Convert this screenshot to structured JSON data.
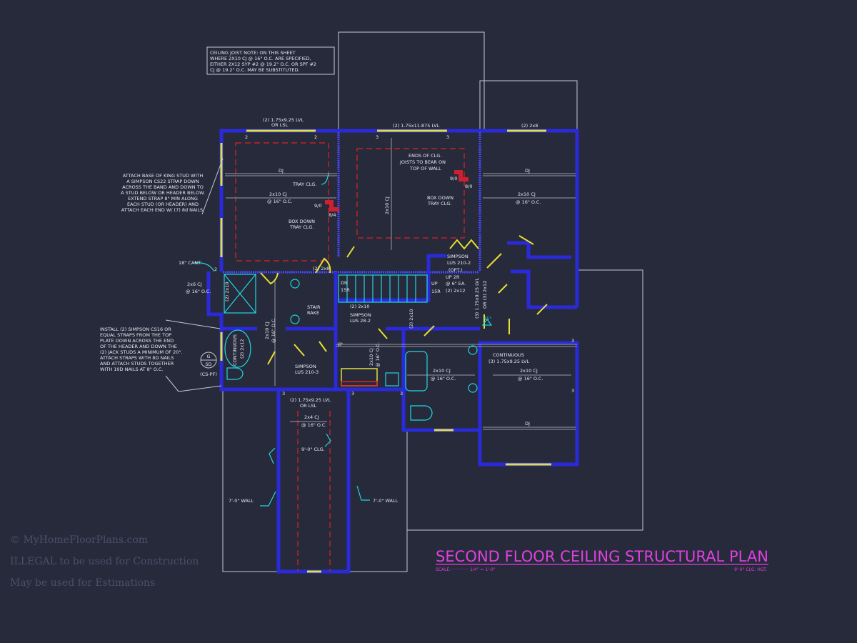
{
  "title": {
    "main": "SECOND FLOOR CEILING STRUCTURAL PLAN",
    "scale_label": "SCALE: ············ 1/4\" = 1'-0\"",
    "ceiling_height": "9'-0\" CLG. HGT."
  },
  "notes": {
    "ceiling_joist": [
      "CEILING JOIST NOTE: ON THIS SHEET",
      "WHERE 2X10 CJ @ 16\" O.C. ARE SPECIFIED,",
      "EITHER 2X12 SYP #2 @ 19.2\" O.C. OR SPF #2",
      "CJ @ 19.2\" O.C. MAY BE SUBSTITUTED."
    ],
    "king_stud": [
      "ATTACH BASE OF KING STUD WITH",
      "A SIMPSON CS22 STRAP DOWN",
      "ACROSS THE BAND AND DOWN TO",
      "A STUD BELOW OR HEADER BELOW.",
      "EXTEND STRAP 8\" MIN ALONG",
      "EACH STUD (OR HEADER) AND",
      "ATTACH EACH END W/ (7) 8d NAILS."
    ],
    "straps": [
      "INSTALL (2) SIMPSON CS16 OR",
      "EQUAL STRAPS FROM THE TOP",
      "PLATE DOWN ACROSS THE END",
      "OF THE HEADER AND DOWN THE",
      "(2) JACK STUDS A MINIMUM OF 20\".",
      "ATTACH STRAPS WITH 8D NAILS",
      "AND ATTACH STUDS TOGETHER",
      "WITH 10D NAILS AT 8\" O.C."
    ]
  },
  "detail_tag": {
    "top": "G",
    "bottom": "SD",
    "ref": "(CS-PF)"
  },
  "labels": {
    "hdr_left": [
      "(2) 1.75x9.25 LVL",
      "OR LSL"
    ],
    "hdr_mid": "(2) 1.75x11.875 LVL",
    "hdr_right": "(2) 2x8",
    "dj": "DJ",
    "tray": "TRAY CLG.",
    "cj_2x10": "2x10 CJ",
    "oc16": "@ 16\" O.C.",
    "box_down": [
      "BOX DOWN",
      "TRAY CLG."
    ],
    "ends_clg": [
      "ENDS OF CLG.",
      "JOISTS TO BEAR ON",
      "TOP OF WALL"
    ],
    "h910": "9/0",
    "h810": "8/0",
    "h84": "8/4",
    "cant": "18\" CANT.",
    "cj_2x6": "2x6 CJ",
    "two_2x10": "(2) 2x10",
    "two_2x8": "(2) 2x8",
    "two_2x12": "(2) 2x12",
    "continuous_2x12": [
      "CONTINUOUS",
      "(2) 2x12"
    ],
    "stair_rake": [
      "STAIR",
      "RAKE"
    ],
    "dn": [
      "DN",
      "15R"
    ],
    "up": [
      "UP",
      "15R"
    ],
    "simpson_lus28": [
      "SIMPSON",
      "LUS 28-2"
    ],
    "simpson_lus210_3": [
      "SIMPSON",
      "LUS 210-3"
    ],
    "simpson_lus210_2": [
      "SIMPSON",
      "LUS 210-2"
    ],
    "opt": "(OPT.)",
    "up2r": [
      "UP 2R",
      "@ 6\" EA."
    ],
    "lvl_vert": "(3) 1.75x9.25 LVL",
    "or_2x12": "OR (3) 2x12",
    "deg45": "45°",
    "continuous_lvl": [
      "CONTINUOUS",
      "(3) 1.75x9.25 LVL"
    ],
    "tj": "TJ",
    "hdr_lower": [
      "(2) 1.75x9.25 LVL",
      "OR LSL"
    ],
    "cj_2x4": "2x4 CJ",
    "clg9": "9'-0\" CLG.",
    "wall7": "7'-0\" WALL",
    "n2": "2",
    "n3": "3"
  },
  "watermarks": [
    "© MyHomeFloorPlans.com",
    "ILLEGAL to be used for Construction",
    "May be used for Estimations"
  ],
  "colors": {
    "background": "#262a3b",
    "walls": "#2a2ad8",
    "headers": "#e0e040",
    "title": "#e040e0",
    "cyan": "#20d8e0",
    "red": "#e02020"
  }
}
